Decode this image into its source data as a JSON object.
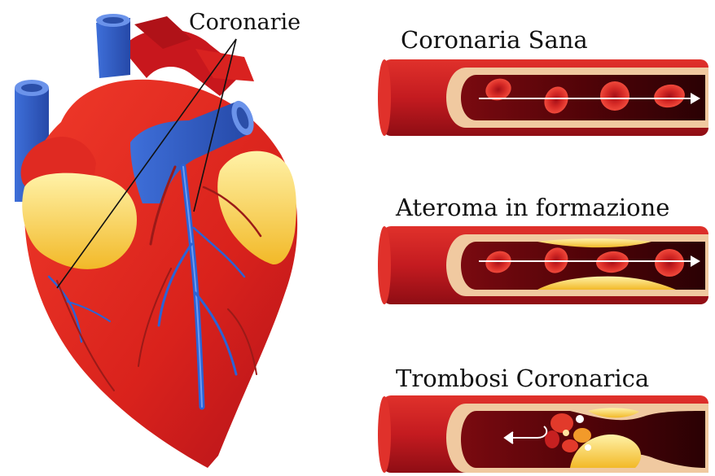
{
  "heart": {
    "label": "Coronarie"
  },
  "vessels": [
    {
      "title": "Coronaria Sana"
    },
    {
      "title": "Ateroma in formazione"
    },
    {
      "title": "Trombosi Coronarica"
    }
  ]
}
